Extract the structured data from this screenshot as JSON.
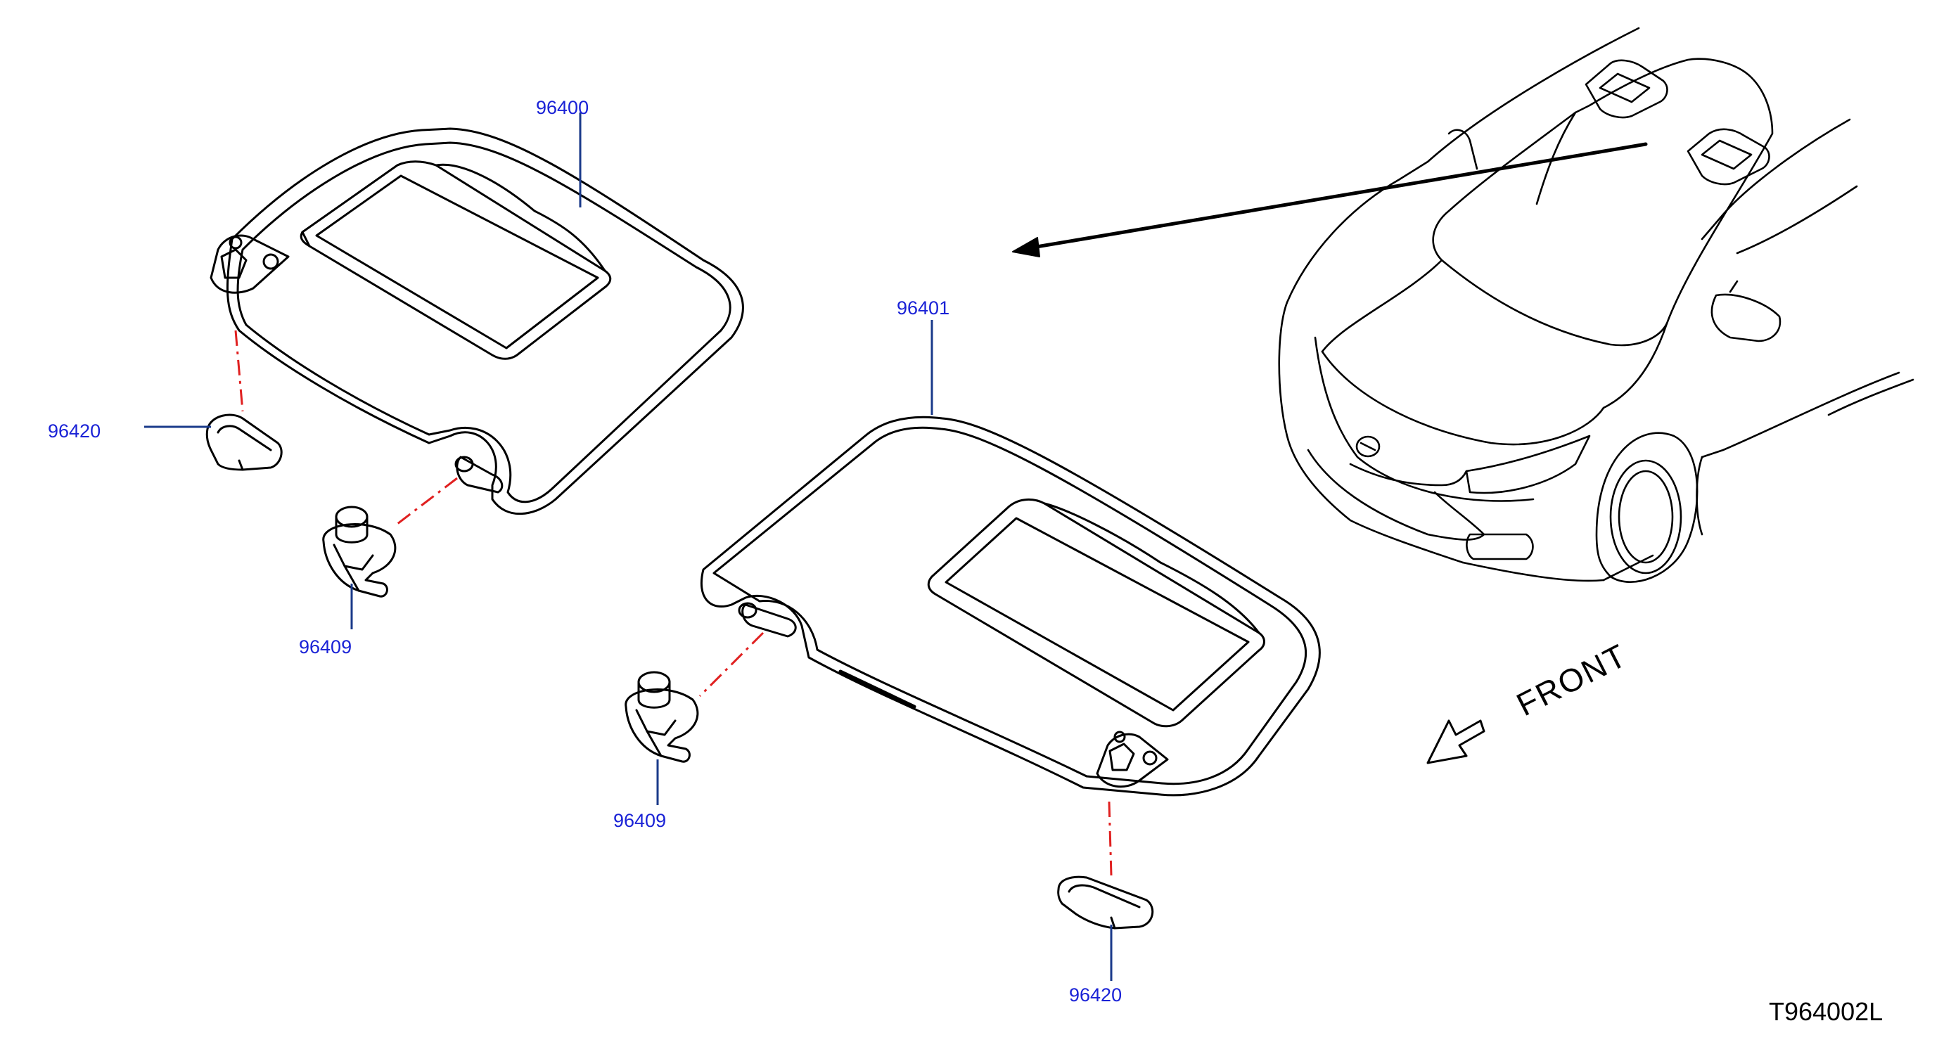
{
  "diagram": {
    "labels": {
      "visor_left": "96400",
      "visor_right": "96401",
      "holder_left": "96409",
      "holder_right": "96409",
      "clip_left": "96420",
      "clip_right": "96420"
    },
    "front_label": "FRONT",
    "diagram_code": "T964002L",
    "colors": {
      "label_text": "#1a22d6",
      "leader_line": "#1a3a8a",
      "assembly_line": "#e02020",
      "drawing": "#000000"
    }
  }
}
